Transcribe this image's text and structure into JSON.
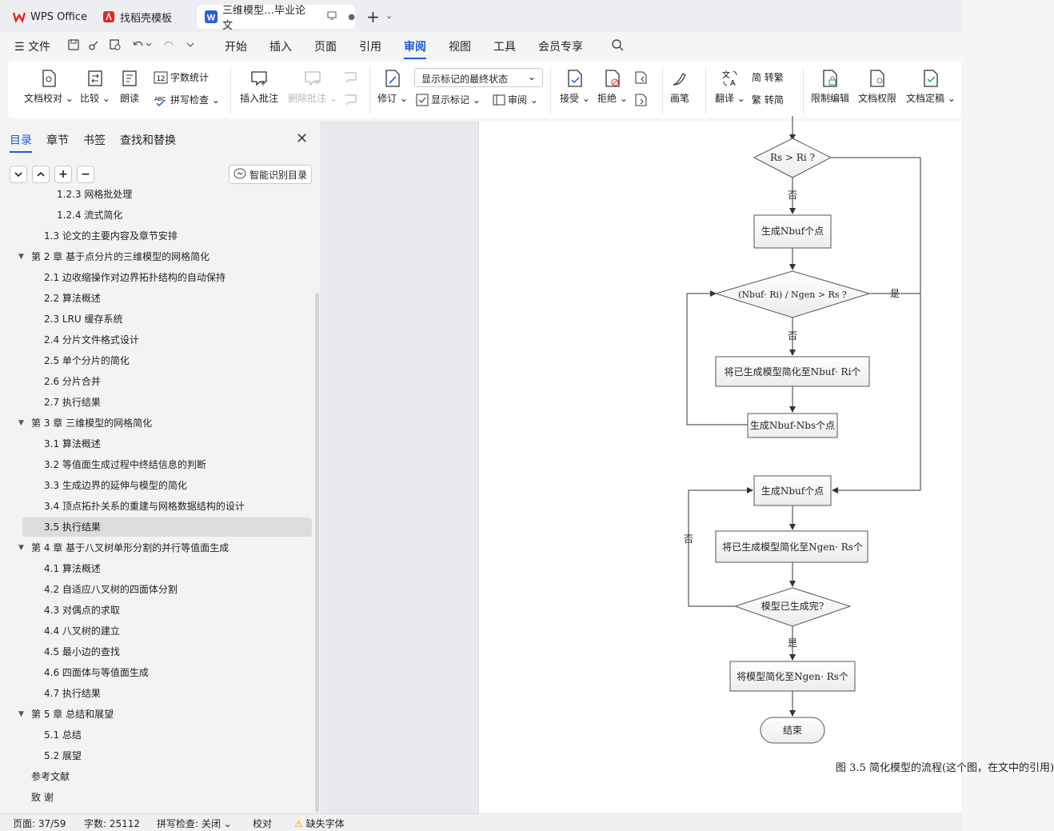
{
  "tabs": [
    {
      "label": "WPS Office"
    },
    {
      "label": "找稻壳模板"
    },
    {
      "label": "三维模型…毕业论文"
    }
  ],
  "menu": {
    "file": "文件",
    "items": [
      "开始",
      "插入",
      "页面",
      "引用",
      "审阅",
      "视图",
      "工具",
      "会员专享"
    ],
    "active": "审阅"
  },
  "ribbon": {
    "proofread": "文档校对",
    "compare": "比较",
    "read": "朗读",
    "wordcount": "字数统计",
    "spellcheck": "拼写检查",
    "insert_comment": "插入批注",
    "delete_comment": "删除批注",
    "revise": "修订",
    "markup_state": "显示标记的最终状态",
    "show_markup": "显示标记",
    "review": "审阅",
    "accept": "接受",
    "reject": "拒绝",
    "pen": "画笔",
    "translate": "翻译",
    "to_trad": "简 转繁",
    "to_simp": "繁 转简",
    "restrict": "限制编辑",
    "rights": "文档权限",
    "finalize": "文档定稿"
  },
  "sidebar": {
    "tabs": [
      "目录",
      "章节",
      "书签",
      "查找和替换"
    ],
    "smart_btn": "智能识别目录",
    "toc": [
      {
        "t": "1.2.3  网格批处理",
        "lv": 3
      },
      {
        "t": "1.2.4  流式简化",
        "lv": 3
      },
      {
        "t": "1.3  论文的主要内容及章节安排",
        "lv": 2
      },
      {
        "t": "第 2 章  基于点分片的三维模型的网格简化",
        "lv": 1
      },
      {
        "t": "2.1  边收缩操作对边界拓扑结构的自动保持",
        "lv": 2
      },
      {
        "t": "2.2  算法概述",
        "lv": 2
      },
      {
        "t": "2.3 LRU 缓存系统",
        "lv": 2
      },
      {
        "t": "2.4  分片文件格式设计",
        "lv": 2
      },
      {
        "t": "2.5  单个分片的简化",
        "lv": 2
      },
      {
        "t": "2.6  分片合并",
        "lv": 2
      },
      {
        "t": "2.7  执行结果",
        "lv": 2
      },
      {
        "t": "第 3 章  三维模型的网格简化",
        "lv": 1
      },
      {
        "t": "3.1  算法概述",
        "lv": 2
      },
      {
        "t": "3.2  等值面生成过程中终结信息的判断",
        "lv": 2
      },
      {
        "t": "3.3  生成边界的延伸与模型的简化",
        "lv": 2
      },
      {
        "t": "3.4  顶点拓扑关系的重建与网格数据结构的设计",
        "lv": 2
      },
      {
        "t": "3.5  执行结果",
        "lv": 2,
        "sel": true
      },
      {
        "t": "第 4 章  基于八叉树单形分割的并行等值面生成",
        "lv": 1
      },
      {
        "t": "4.1  算法概述",
        "lv": 2
      },
      {
        "t": "4.2  自适应八叉树的四面体分割",
        "lv": 2
      },
      {
        "t": "4.3  对偶点的求取",
        "lv": 2
      },
      {
        "t": "4.4  八叉树的建立",
        "lv": 2
      },
      {
        "t": "4.5  最小边的查找",
        "lv": 2
      },
      {
        "t": "4.6  四面体与等值面生成",
        "lv": 2
      },
      {
        "t": "4.7  执行结果",
        "lv": 2
      },
      {
        "t": "第 5 章  总结和展望",
        "lv": 1
      },
      {
        "t": "5.1 总结",
        "lv": 2
      },
      {
        "t": "5.2 展望",
        "lv": 2
      },
      {
        "t": "参考文献",
        "lv": 0
      },
      {
        "t": "致      谢",
        "lv": 0
      }
    ]
  },
  "flow": {
    "d1": "Rs > Ri ?",
    "no1": "否",
    "b1": "生成Nbuf个点",
    "d2": "(Nbuf· Ri) / Ngen > Rs ?",
    "yes2": "是",
    "no2": "否",
    "b2": "将已生成模型简化至Nbuf· Ri个",
    "b3": "生成Nbuf-Nbs个点",
    "b4": "生成Nbuf个点",
    "b5": "将已生成模型简化至Ngen· Rs个",
    "d3": "模型已生成完?",
    "no3": "否",
    "yes3": "是",
    "b6": "将模型简化至Ngen· Rs个",
    "end": "结束"
  },
  "caption": "图 3.5  简化模型的流程(这个图，在文中的引用)",
  "status": {
    "page": "页面: 37/59",
    "words": "字数: 25112",
    "spell": "拼写检查: 关闭",
    "proof": "校对",
    "font": "缺失字体"
  }
}
